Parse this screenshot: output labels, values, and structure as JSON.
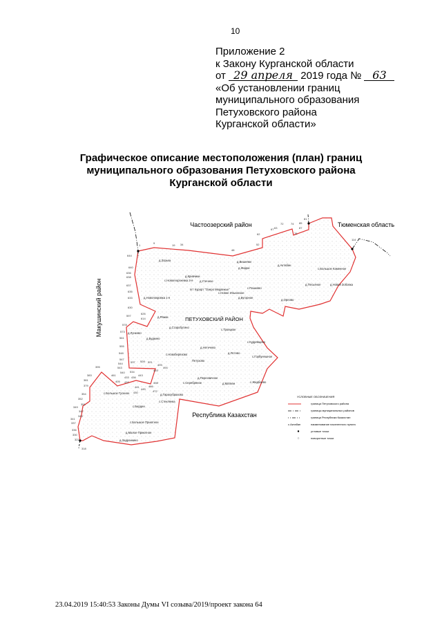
{
  "page_number": "10",
  "appendix": {
    "line1": "Приложение 2",
    "line2": "к Закону Курганской области",
    "date_prefix": "от",
    "date_handwritten": "29 апреля",
    "date_suffix": "2019 года №",
    "number_handwritten": "63",
    "line4": "«Об установлении границ",
    "line5": "муниципального образования",
    "line6": "Петуховского района",
    "line7": "Курганской области»"
  },
  "title": {
    "line1": "Графическое описание местоположения (план) границ",
    "line2": "муниципального образования Петуховского района",
    "line3": "Курганской области"
  },
  "map": {
    "colors": {
      "boundary": "#e03030",
      "admin_border": "#000000"
    },
    "regions": [
      "Частоозерский район",
      "Тюменская область",
      "Макушинский район",
      "Республика Казахстан",
      "ПЕТУХОВСКИЙ РАЙОН"
    ],
    "settlements": [
      "д.Зорька",
      "д.Вишняки",
      "д.Жидки",
      "д.Актабан",
      "с.Большое Каменное",
      "с.Новогеоргиевка 3-я",
      "д.Утичное",
      "д.Кривчики",
      "пгт Курорт \"Озеро Медвежье\"",
      "с.Новое Ильинское",
      "с.Пашково",
      "д.Бугорное",
      "д.Песьяное",
      "д.Новая Зобовка",
      "д.Орлово",
      "д.Новопокровка 1-я",
      "д.Ряжки",
      "д.Старобутино",
      "с.Троицкое",
      "д.Лунково",
      "д.Будкино",
      "с.Кудрявцево",
      "д.Нетечево",
      "с.Новоберёзово",
      "д.Ястево",
      "с.Горбунешное",
      "Петухово",
      "д.Пересвичное",
      "с.Серебряное",
      "д.Матвеи",
      "с.Жидбаево",
      "с.Большое Гусиное",
      "д.Тарасубрахово",
      "с.Стеклянка",
      "с.Бердеи",
      "с.Большое Приютное",
      "д.Малое Приютное",
      "д.Задранкино"
    ],
    "turn_points": [
      "1",
      "9",
      "19",
      "34",
      "48",
      "52",
      "62",
      "63",
      "67",
      "72",
      "74",
      "76",
      "81",
      "85",
      "87",
      "114",
      "644",
      "640",
      "636",
      "638",
      "637",
      "635",
      "633",
      "630",
      "626",
      "614",
      "597",
      "578",
      "573",
      "561",
      "555",
      "548",
      "547",
      "544",
      "543",
      "540",
      "537",
      "528",
      "534",
      "521",
      "499",
      "493",
      "494",
      "498",
      "443",
      "436",
      "433",
      "432",
      "441",
      "445",
      "486",
      "472",
      "430",
      "405",
      "461",
      "395",
      "383",
      "381",
      "379",
      "354",
      "352",
      "351",
      "349",
      "347",
      "343",
      "341",
      "337",
      "336",
      "330",
      "322",
      "318"
    ],
    "legend": {
      "title": "УСЛОВНЫЕ ОБОЗНАЧЕНИЯ",
      "items": [
        {
          "symbol": "red-line",
          "label": "граница Петуховского района"
        },
        {
          "symbol": "dash-dot-line",
          "label": "границы муниципальных районов"
        },
        {
          "symbol": "dash-dot-dot-line",
          "label": "граница Республики Казахстан"
        },
        {
          "symbol": "settlement-sample",
          "sample": "с.Актабан",
          "label": "наименование населенного пункта"
        },
        {
          "symbol": "black-dot",
          "label": "угловые точки"
        },
        {
          "symbol": "hollow-dot",
          "label": "поворотные точки"
        }
      ]
    }
  },
  "footer": "23.04.2019 15:40:53 Законы Думы VI созыва/2019/проект закона 64"
}
